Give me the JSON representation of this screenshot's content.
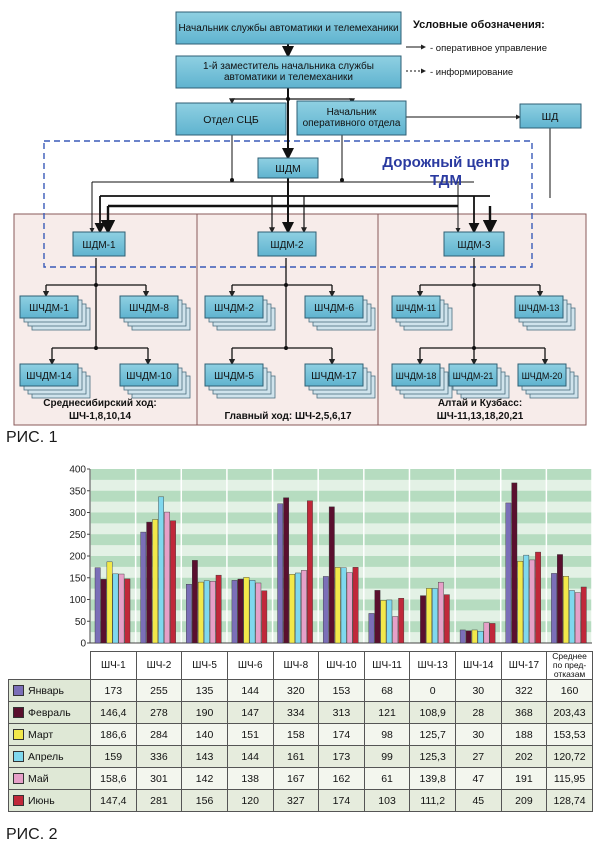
{
  "figure1": {
    "caption": "РИС. 1",
    "legend": {
      "title": "Условные обозначения:",
      "items": [
        "- оперативное управление",
        "- информирование"
      ]
    },
    "boxes": {
      "chief": "Начальник службы автоматики и телемеханики",
      "deputy": "1-й заместитель начальника службы автоматики и телемеханики",
      "scb": "Отдел СЦБ",
      "ops": "Начальник оперативного отдела",
      "shd": "ШД",
      "shdm": "ШДМ",
      "shdm1": "ШДМ-1",
      "shdm2": "ШДМ-2",
      "shdm3": "ШДМ-3",
      "g1": [
        "ШЧДМ-1",
        "ШЧДМ-8",
        "ШЧДМ-14",
        "ШЧДМ-10"
      ],
      "g2": [
        "ШЧДМ-2",
        "ШЧДМ-6",
        "ШЧДМ-5",
        "ШЧДМ-17"
      ],
      "g3": [
        "ШЧДМ-11",
        "ШЧДМ-13",
        "ШЧДМ-18",
        "ШЧДМ-21",
        "ШЧДМ-20"
      ]
    },
    "center_label": [
      "Дорожный центр",
      "ТДМ"
    ],
    "zones": [
      [
        "Среднесибирский ход:",
        "ШЧ-1,8,10,14"
      ],
      [
        "Главный ход: ШЧ-2,5,6,17"
      ],
      [
        "Алтай и Кузбасс:",
        "ШЧ-11,13,18,20,21"
      ]
    ]
  },
  "figure2": {
    "caption": "РИС. 2",
    "chart_data": {
      "type": "bar",
      "categories": [
        "ШЧ-1",
        "ШЧ-2",
        "ШЧ-5",
        "ШЧ-6",
        "ШЧ-8",
        "ШЧ-10",
        "ШЧ-11",
        "ШЧ-13",
        "ШЧ-14",
        "ШЧ-17",
        "Среднее по пред-отказам"
      ],
      "ylim": [
        0,
        400
      ],
      "yticks": [
        "0",
        "50",
        "100",
        "150",
        "200",
        "250",
        "300",
        "350",
        "400"
      ],
      "legend_placement": "left-table",
      "series": [
        {
          "name": "Январь",
          "color": "#7b6fb8",
          "values": [
            173,
            255,
            135,
            144,
            320,
            153,
            68,
            0,
            30,
            322,
            160
          ],
          "labels": [
            "173",
            "255",
            "135",
            "144",
            "320",
            "153",
            "68",
            "0",
            "30",
            "322",
            "160"
          ]
        },
        {
          "name": "Февраль",
          "color": "#5a0f2e",
          "values": [
            146.4,
            278,
            190,
            147,
            334,
            313,
            121,
            108.9,
            28,
            368,
            203.43
          ],
          "labels": [
            "146,4",
            "278",
            "190",
            "147",
            "334",
            "313",
            "121",
            "108,9",
            "28",
            "368",
            "203,43"
          ]
        },
        {
          "name": "Март",
          "color": "#f2e84a",
          "values": [
            186.6,
            284,
            140,
            151,
            158,
            174,
            98,
            125.7,
            30,
            188,
            153.53
          ],
          "labels": [
            "186,6",
            "284",
            "140",
            "151",
            "158",
            "174",
            "98",
            "125,7",
            "30",
            "188",
            "153,53"
          ]
        },
        {
          "name": "Апрель",
          "color": "#7fd8ee",
          "values": [
            159,
            336,
            143,
            144,
            161,
            173,
            99,
            125.3,
            27,
            202,
            120.72
          ],
          "labels": [
            "159",
            "336",
            "143",
            "144",
            "161",
            "173",
            "99",
            "125,3",
            "27",
            "202",
            "120,72"
          ]
        },
        {
          "name": "Май",
          "color": "#e6a0c8",
          "values": [
            158.6,
            301,
            142,
            138,
            167,
            162,
            61,
            139.8,
            47,
            191,
            115.95
          ],
          "labels": [
            "158,6",
            "301",
            "142",
            "138",
            "167",
            "162",
            "61",
            "139,8",
            "47",
            "191",
            "115,95"
          ]
        },
        {
          "name": "Июнь",
          "color": "#c0283a",
          "values": [
            147.4,
            281,
            156,
            120,
            327,
            174,
            103,
            111.2,
            45,
            209,
            128.74
          ],
          "labels": [
            "147,4",
            "281",
            "156",
            "120",
            "327",
            "174",
            "103",
            "111,2",
            "45",
            "209",
            "128,74"
          ]
        }
      ]
    }
  }
}
